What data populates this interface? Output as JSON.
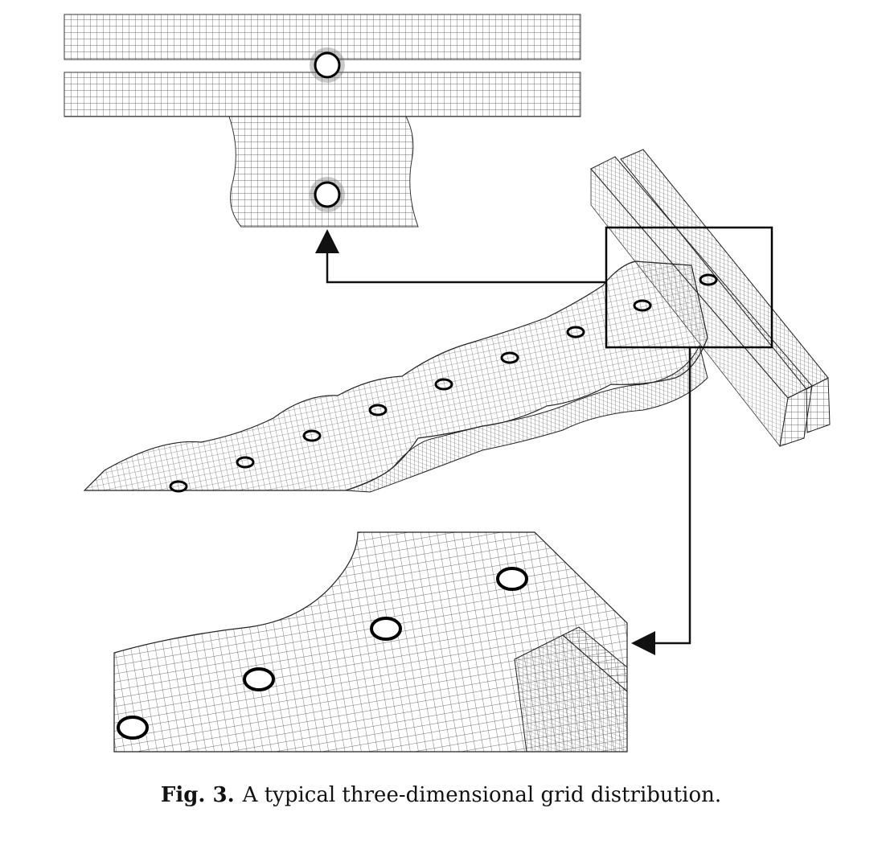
{
  "figure": {
    "caption_label": "Fig. 3.",
    "caption_text": "A typical three-dimensional grid distribution.",
    "panels": [
      {
        "id": "top-plan-view",
        "holes": 2
      },
      {
        "id": "full-3d-view",
        "holes": 9
      },
      {
        "id": "zoomed-3d-view",
        "holes": 4
      }
    ],
    "colors": {
      "mesh": "#333333",
      "outline": "#111111",
      "background": "#ffffff"
    }
  }
}
